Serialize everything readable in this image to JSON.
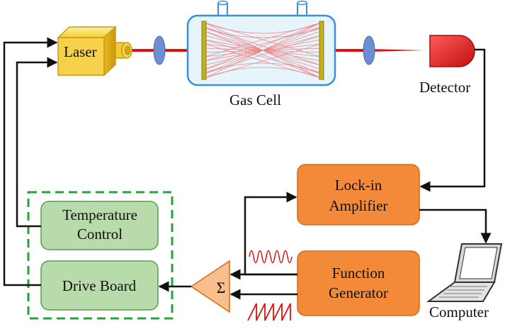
{
  "labels": {
    "laser": "Laser",
    "gas_cell": "Gas Cell",
    "detector": "Detector",
    "lockin_line1": "Lock-in",
    "lockin_line2": "Amplifier",
    "temp_line1": "Temperature",
    "temp_line2": "Control",
    "drive_board": "Drive Board",
    "sum_symbol": "Σ",
    "function_line1": "Function",
    "function_line2": "Generator",
    "computer": "Computer"
  },
  "colors": {
    "laser_body": "#f5d442",
    "laser_beam": "#e01010",
    "lens": "#6b8fd0",
    "cell_outline": "#3a8fd6",
    "mirror": "#b9a81e",
    "detector": "#e3262d",
    "orange_box": "#f28a3a",
    "orange_border": "#d46a1a",
    "green_box": "#b7dbab",
    "green_border": "#5f9a50",
    "dashed_border": "#23a637",
    "sum_fill": "#f8bf8c",
    "waveform": "#e01010",
    "arrow": "#111111"
  },
  "icons": [
    "laser-module-icon",
    "lens-icon",
    "gas-cell-icon",
    "detector-icon",
    "laptop-icon",
    "sine-wave-icon",
    "sawtooth-wave-icon"
  ]
}
